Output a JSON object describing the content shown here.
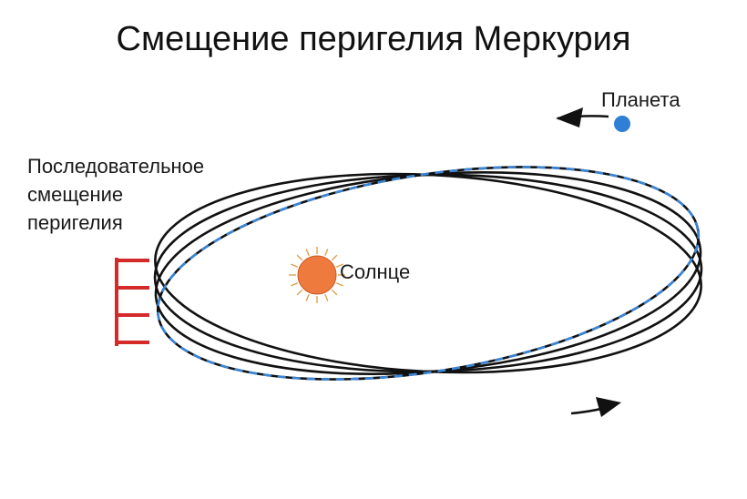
{
  "title": "Смещение перигелия Меркурия",
  "labels": {
    "planet": "Планета",
    "sun": "Солнце",
    "shift": [
      "Последовательное",
      "смещение",
      "перигелия"
    ]
  },
  "colors": {
    "orbit": "#111111",
    "planet_orbit_dash": "#3a86d6",
    "planet": "#2f7fd6",
    "sun": "#ee7a3e",
    "sun_rays": "#e0a050",
    "perihelion_marks": "#d42a2a",
    "text": "#111111"
  },
  "orbits": {
    "count": 4,
    "precession_deg_per_orbit": 4
  },
  "icons": {
    "sun": "sun-icon",
    "planet": "planet-dot-icon",
    "direction_arrows": "arrow-icon"
  }
}
